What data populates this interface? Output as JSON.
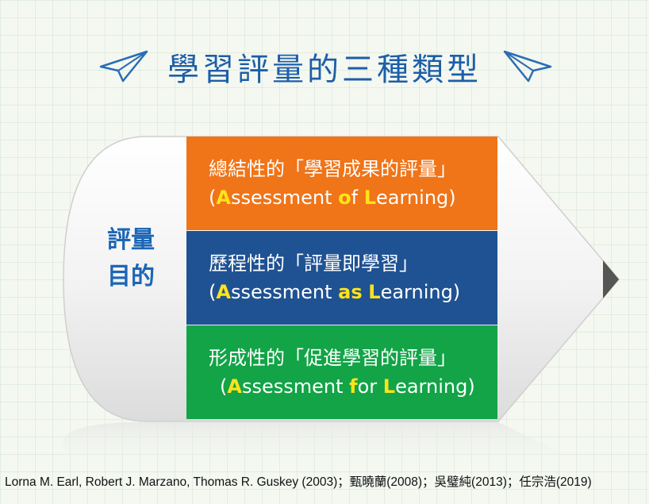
{
  "title": "學習評量的三種類型",
  "purpose": {
    "line1": "評量",
    "line2": "目的"
  },
  "types": [
    {
      "zh": "總結性的「學習成果的評量」",
      "en_open": "(",
      "en_a": "A",
      "en_mid1": "ssessment ",
      "en_hl2": "o",
      "en_mid2": "f ",
      "en_l": "L",
      "en_rest": "earning)",
      "color": "#f07418"
    },
    {
      "zh": "歷程性的「評量即學習」",
      "en_open": "(",
      "en_a": "A",
      "en_mid1": "ssessment ",
      "en_hl2": "as",
      "en_mid2": " ",
      "en_l": "L",
      "en_rest": "earning)",
      "color": "#1f5292"
    },
    {
      "zh": "形成性的「促進學習的評量」",
      "en_open": "(",
      "en_a": "A",
      "en_mid1": "ssessment ",
      "en_hl2": "f",
      "en_mid2": "or ",
      "en_l": "L",
      "en_rest": "earning)",
      "color": "#12a447"
    }
  ],
  "reference": "Lorna M. Earl, Robert J. Marzano, Thomas R. Guskey (2003)；甄曉蘭(2008)；吳璧純(2013)；任宗浩(2019)",
  "colors": {
    "title": "#1d5ea8",
    "purpose": "#1c66b5",
    "highlight": "#ffe31a"
  }
}
